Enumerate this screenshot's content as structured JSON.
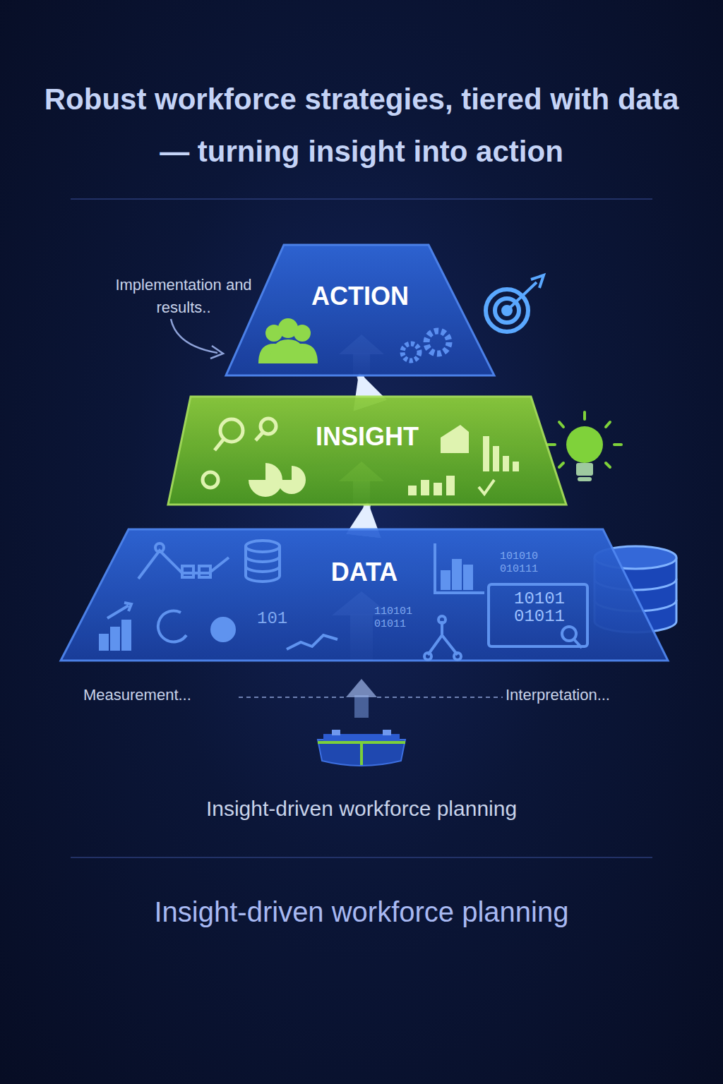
{
  "diagram": {
    "title": "Robust workforce strategies, tiered with data — turning insight into action",
    "caption": "Insight-driven workforce planning",
    "nodes": [
      {
        "text": [
          "ACTION"
        ]
      },
      {
        "text": [
          "INSIGHT"
        ]
      },
      {
        "text": [
          "DATA"
        ]
      }
    ],
    "edges": [
      {
        "from": 2,
        "to": 1,
        "arrow": "to"
      },
      {
        "from": 1,
        "to": 0,
        "arrow": "to"
      }
    ],
    "labels": [
      "Implementation and results..",
      "Measurement...",
      "Interpretation...",
      "Insight-driven workforce planning",
      "101010 010111",
      "110101 01011",
      "10101 01011",
      "101"
    ]
  }
}
